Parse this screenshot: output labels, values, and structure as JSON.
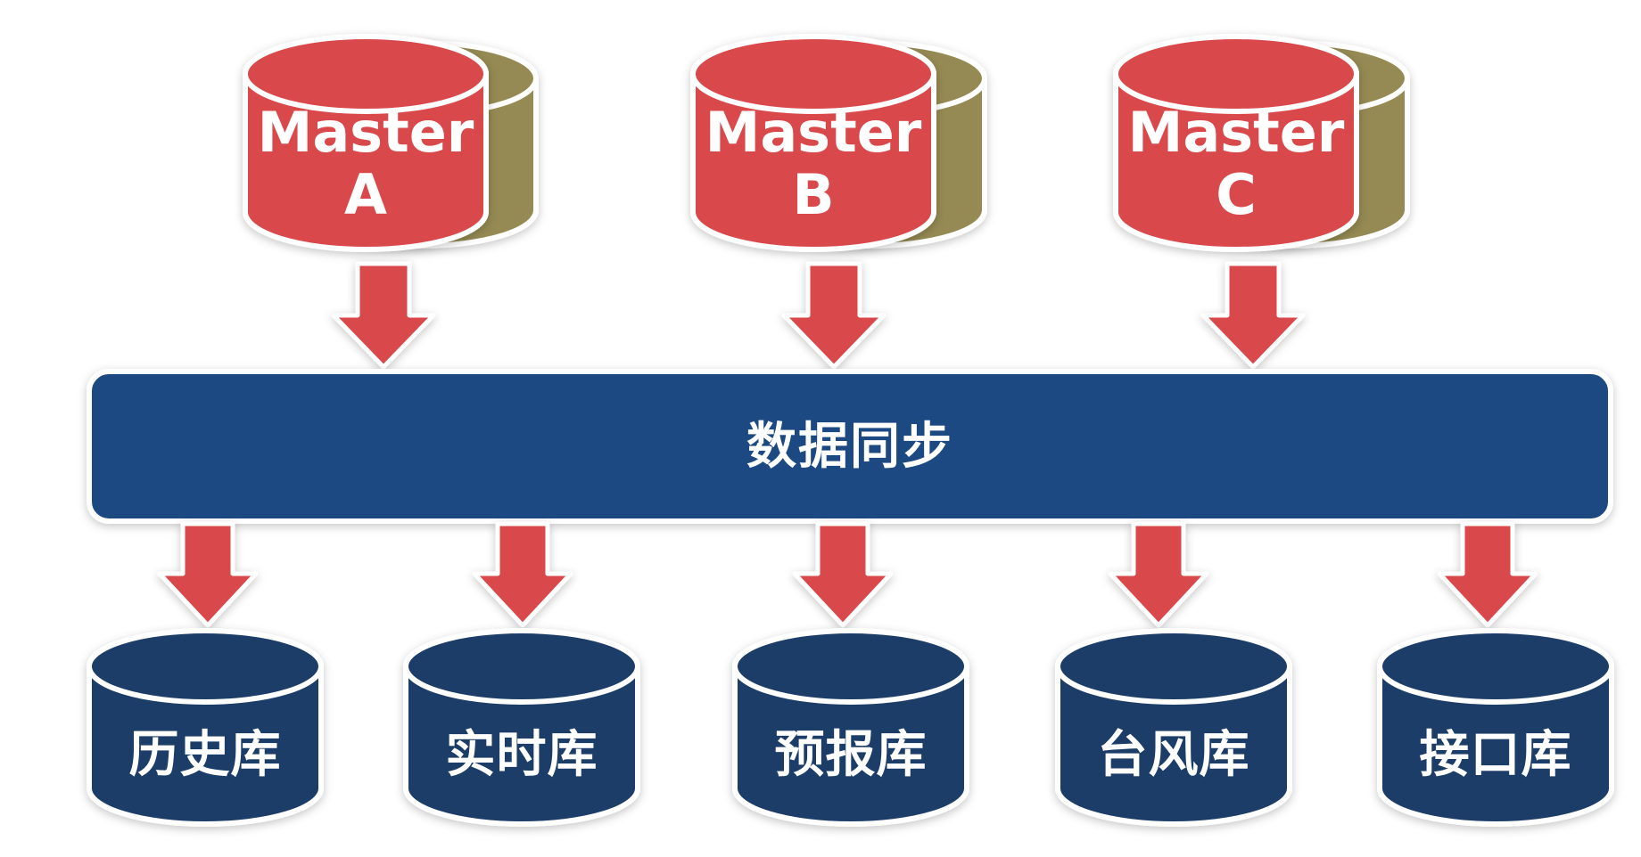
{
  "masters": [
    {
      "line1": "Master",
      "line2": "A"
    },
    {
      "line1": "Master",
      "line2": "B"
    },
    {
      "line1": "Master",
      "line2": "C"
    }
  ],
  "sync_bar": {
    "label": "数据同步"
  },
  "databases": [
    {
      "label": "历史库"
    },
    {
      "label": "实时库"
    },
    {
      "label": "预报库"
    },
    {
      "label": "台风库"
    },
    {
      "label": "接口库"
    }
  ],
  "colors": {
    "master_fill": "#d9484c",
    "master_back": "#958a53",
    "arrow": "#d9484c",
    "bar": "#1f4a82",
    "db_fill": "#1f3e68",
    "outline": "#ffffff"
  }
}
